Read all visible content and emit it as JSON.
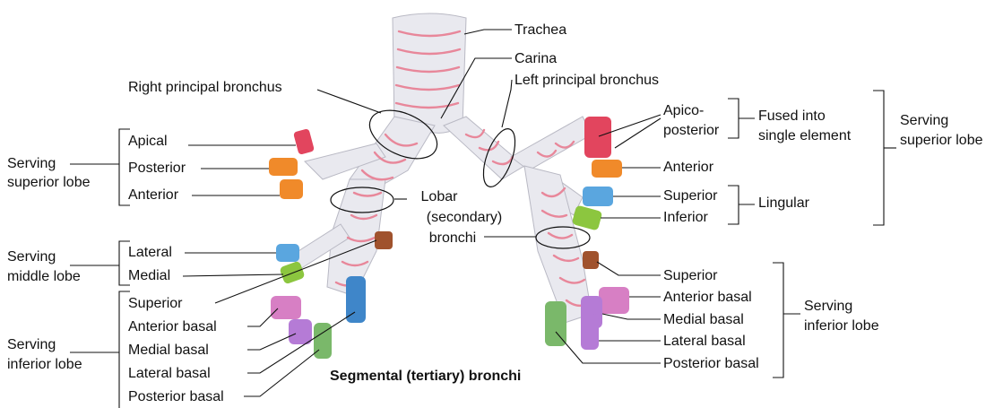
{
  "labels": {
    "trachea": "Trachea",
    "carina": "Carina",
    "right_principal": "Right principal bronchus",
    "left_principal": "Left principal bronchus",
    "lobar_1": "Lobar",
    "lobar_2": "(secondary)",
    "lobar_3": "bronchi",
    "caption": "Segmental (tertiary) bronchi"
  },
  "right_side": {
    "superior_group": {
      "line1": "Serving",
      "line2": "superior lobe",
      "items": [
        "Apical",
        "Posterior",
        "Anterior"
      ]
    },
    "middle_group": {
      "line1": "Serving",
      "line2": "middle lobe",
      "items": [
        "Lateral",
        "Medial"
      ]
    },
    "inferior_group": {
      "line1": "Serving",
      "line2": "inferior lobe",
      "items": [
        "Superior",
        "Anterior basal",
        "Medial basal",
        "Lateral basal",
        "Posterior basal"
      ]
    }
  },
  "left_side": {
    "apico_1": "Apico-",
    "apico_2": "posterior",
    "fused_1": "Fused into",
    "fused_2": "single element",
    "anterior": "Anterior",
    "superior_serving_1": "Serving",
    "superior_serving_2": "superior lobe",
    "lingular_superior": "Superior",
    "lingular_inferior": "Inferior",
    "lingular": "Lingular",
    "inferior_group": {
      "line1": "Serving",
      "line2": "inferior lobe",
      "items": [
        "Superior",
        "Anterior basal",
        "Medial basal",
        "Lateral basal",
        "Posterior basal"
      ]
    }
  },
  "colors": {
    "tube": "#e9e9ef",
    "ring": "#e8879a",
    "apical": "#e2455e",
    "posterior": "#f08a2a",
    "anterior": "#f08a2a",
    "lateral": "#5aa6df",
    "medial": "#8cc63f",
    "superior": "#a0522d",
    "anterior_basal": "#d77fc4",
    "medial_basal": "#b57bd6",
    "lateral_basal": "#3f86c9",
    "posterior_basal": "#7ab86a"
  }
}
